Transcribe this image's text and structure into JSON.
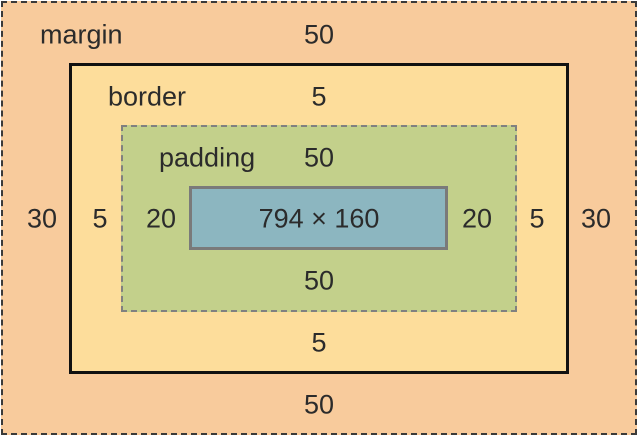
{
  "margin": {
    "label": "margin",
    "top": "50",
    "right": "30",
    "bottom": "50",
    "left": "30"
  },
  "border": {
    "label": "border",
    "top": "5",
    "right": "5",
    "bottom": "5",
    "left": "5"
  },
  "padding": {
    "label": "padding",
    "top": "50",
    "right": "20",
    "bottom": "50",
    "left": "20"
  },
  "content": {
    "size": "794 × 160"
  },
  "colors": {
    "margin": "#f8cb9c",
    "border": "#fddd9b",
    "padding": "#c3d08b",
    "content": "#8cb6c0"
  }
}
